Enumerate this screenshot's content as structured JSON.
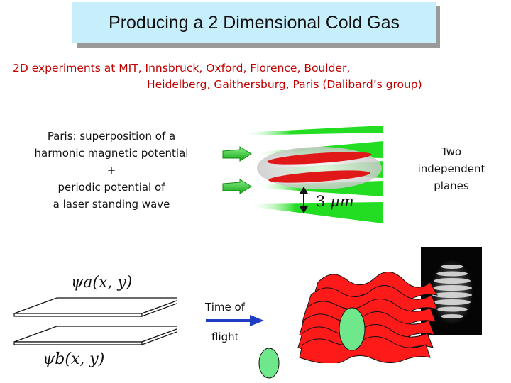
{
  "title": "Producing a 2 Dimensional Cold Gas",
  "experiments": {
    "line1": "2D experiments at MIT, Innsbruck, Oxford, Florence, Boulder,",
    "line2": "Heidelberg, Gaithersburg, Paris (Dalibard’s group)"
  },
  "paris": {
    "lines": [
      "Paris: superposition of a",
      "harmonic magnetic potential",
      "+",
      "periodic potential of",
      "a laser standing wave"
    ]
  },
  "planes_note": {
    "lines": [
      "Two",
      "independent",
      "planes"
    ]
  },
  "scale": {
    "value": "3",
    "unit": "μm"
  },
  "wavefunctions": {
    "a": "ψa(x, y)",
    "b": "ψb(x, y)"
  },
  "time_of_flight": {
    "line1": "Time of",
    "line2": "flight"
  },
  "colors": {
    "title_bg": "#c7eefb",
    "red_text": "#c00000",
    "laser_green": "#22dd22",
    "cloud_red": "#ff1a1a",
    "blob_green": "#6ee88a",
    "arrow_blue": "#1f3cc4"
  },
  "icons": {
    "beam_arrows": "green-arrow-icon",
    "tof_arrow": "right-arrow-icon",
    "scale_arrow": "double-headed-arrow-icon"
  }
}
